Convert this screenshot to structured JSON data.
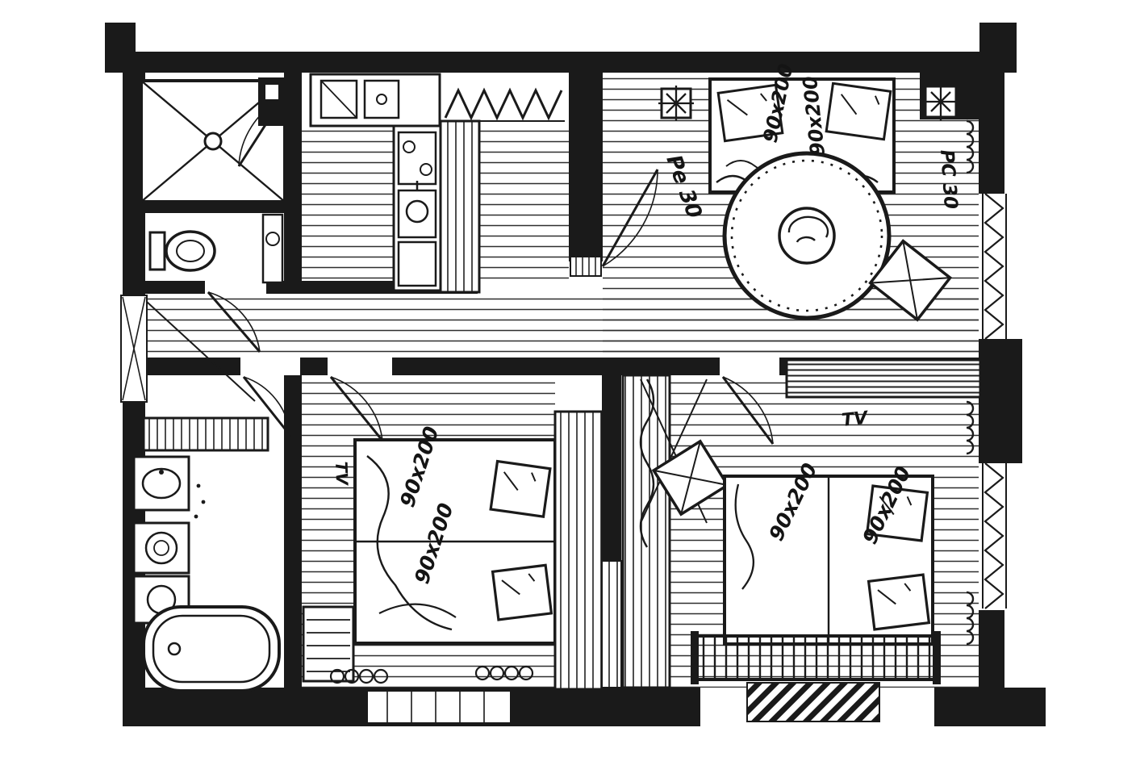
{
  "colors": {
    "ink": "#1a1a1a",
    "paper": "#ffffff"
  },
  "annotations": {
    "bed_size": "90x200",
    "tv": "TV",
    "pe30": "Pe 30",
    "pc30": "PC 30"
  }
}
